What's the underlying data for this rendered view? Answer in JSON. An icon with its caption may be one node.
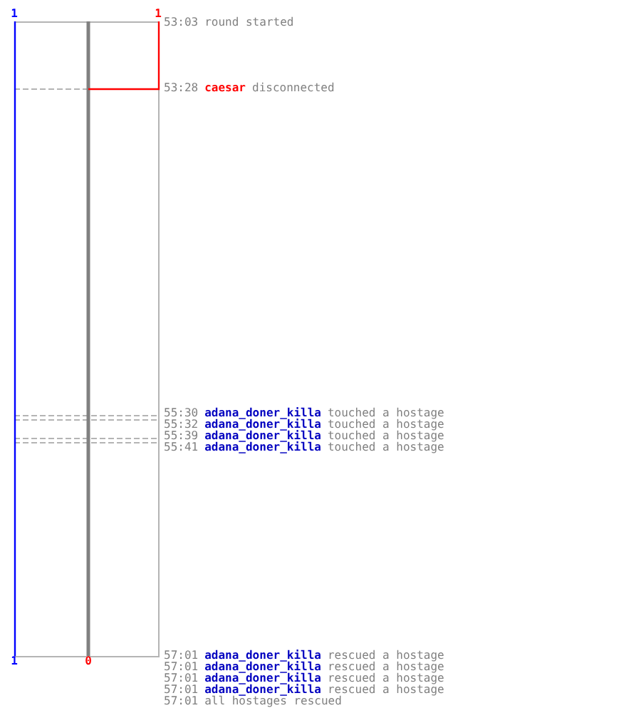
{
  "diagram": {
    "labels": [
      "1",
      "1",
      "53:03",
      "round started",
      "53:28",
      "caesar",
      "disconnected",
      "55:30",
      "adana_doner_killa",
      "touched a hostage",
      "55:32",
      "adana_doner_killa",
      "touched a hostage",
      "55:39",
      "adana_doner_killa",
      "touched a hostage",
      "55:41",
      "adana_doner_killa",
      "touched a hostage",
      "1",
      "0",
      "57:01",
      "adana_doner_killa",
      "rescued a hostage",
      "57:01",
      "adana_doner_killa",
      "rescued a hostage",
      "57:01",
      "adana_doner_killa",
      "rescued a hostage",
      "57:01",
      "adana_doner_killa",
      "rescued a hostage",
      "57:01",
      "all hostages rescued"
    ]
  }
}
